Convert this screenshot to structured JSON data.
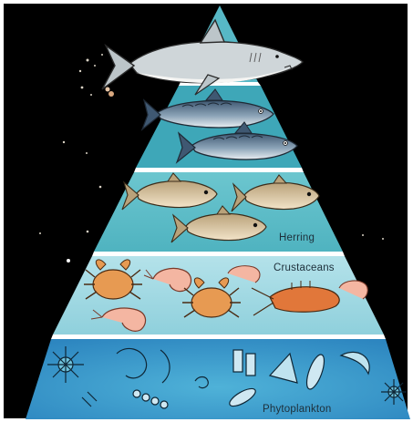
{
  "colors": {
    "background": "#000000",
    "tier_apex": "#57b8c6",
    "tier_fish": "#3ea7b8",
    "tier_herring": "#62bfc9",
    "tier_crustaceans": "#9ed8e2",
    "tier_phyto": "#3a9ccf",
    "divider": "#ffffff",
    "ink": "#1d2f3a"
  },
  "tiers": [
    {
      "id": "apex",
      "label": "",
      "icons": [
        "shark-icon"
      ]
    },
    {
      "id": "fish",
      "label": "",
      "icons": [
        "mackerel-icon",
        "mackerel-icon"
      ]
    },
    {
      "id": "herring",
      "label": "Herring",
      "icons": [
        "herring-icon",
        "herring-icon",
        "herring-icon"
      ]
    },
    {
      "id": "crustaceans",
      "label": "Crustaceans",
      "icons": [
        "crab-icon",
        "shrimp-icon",
        "lobster-icon"
      ]
    },
    {
      "id": "phytoplankton",
      "label": "Phytoplankton",
      "icons": [
        "diatom-icon"
      ]
    }
  ]
}
